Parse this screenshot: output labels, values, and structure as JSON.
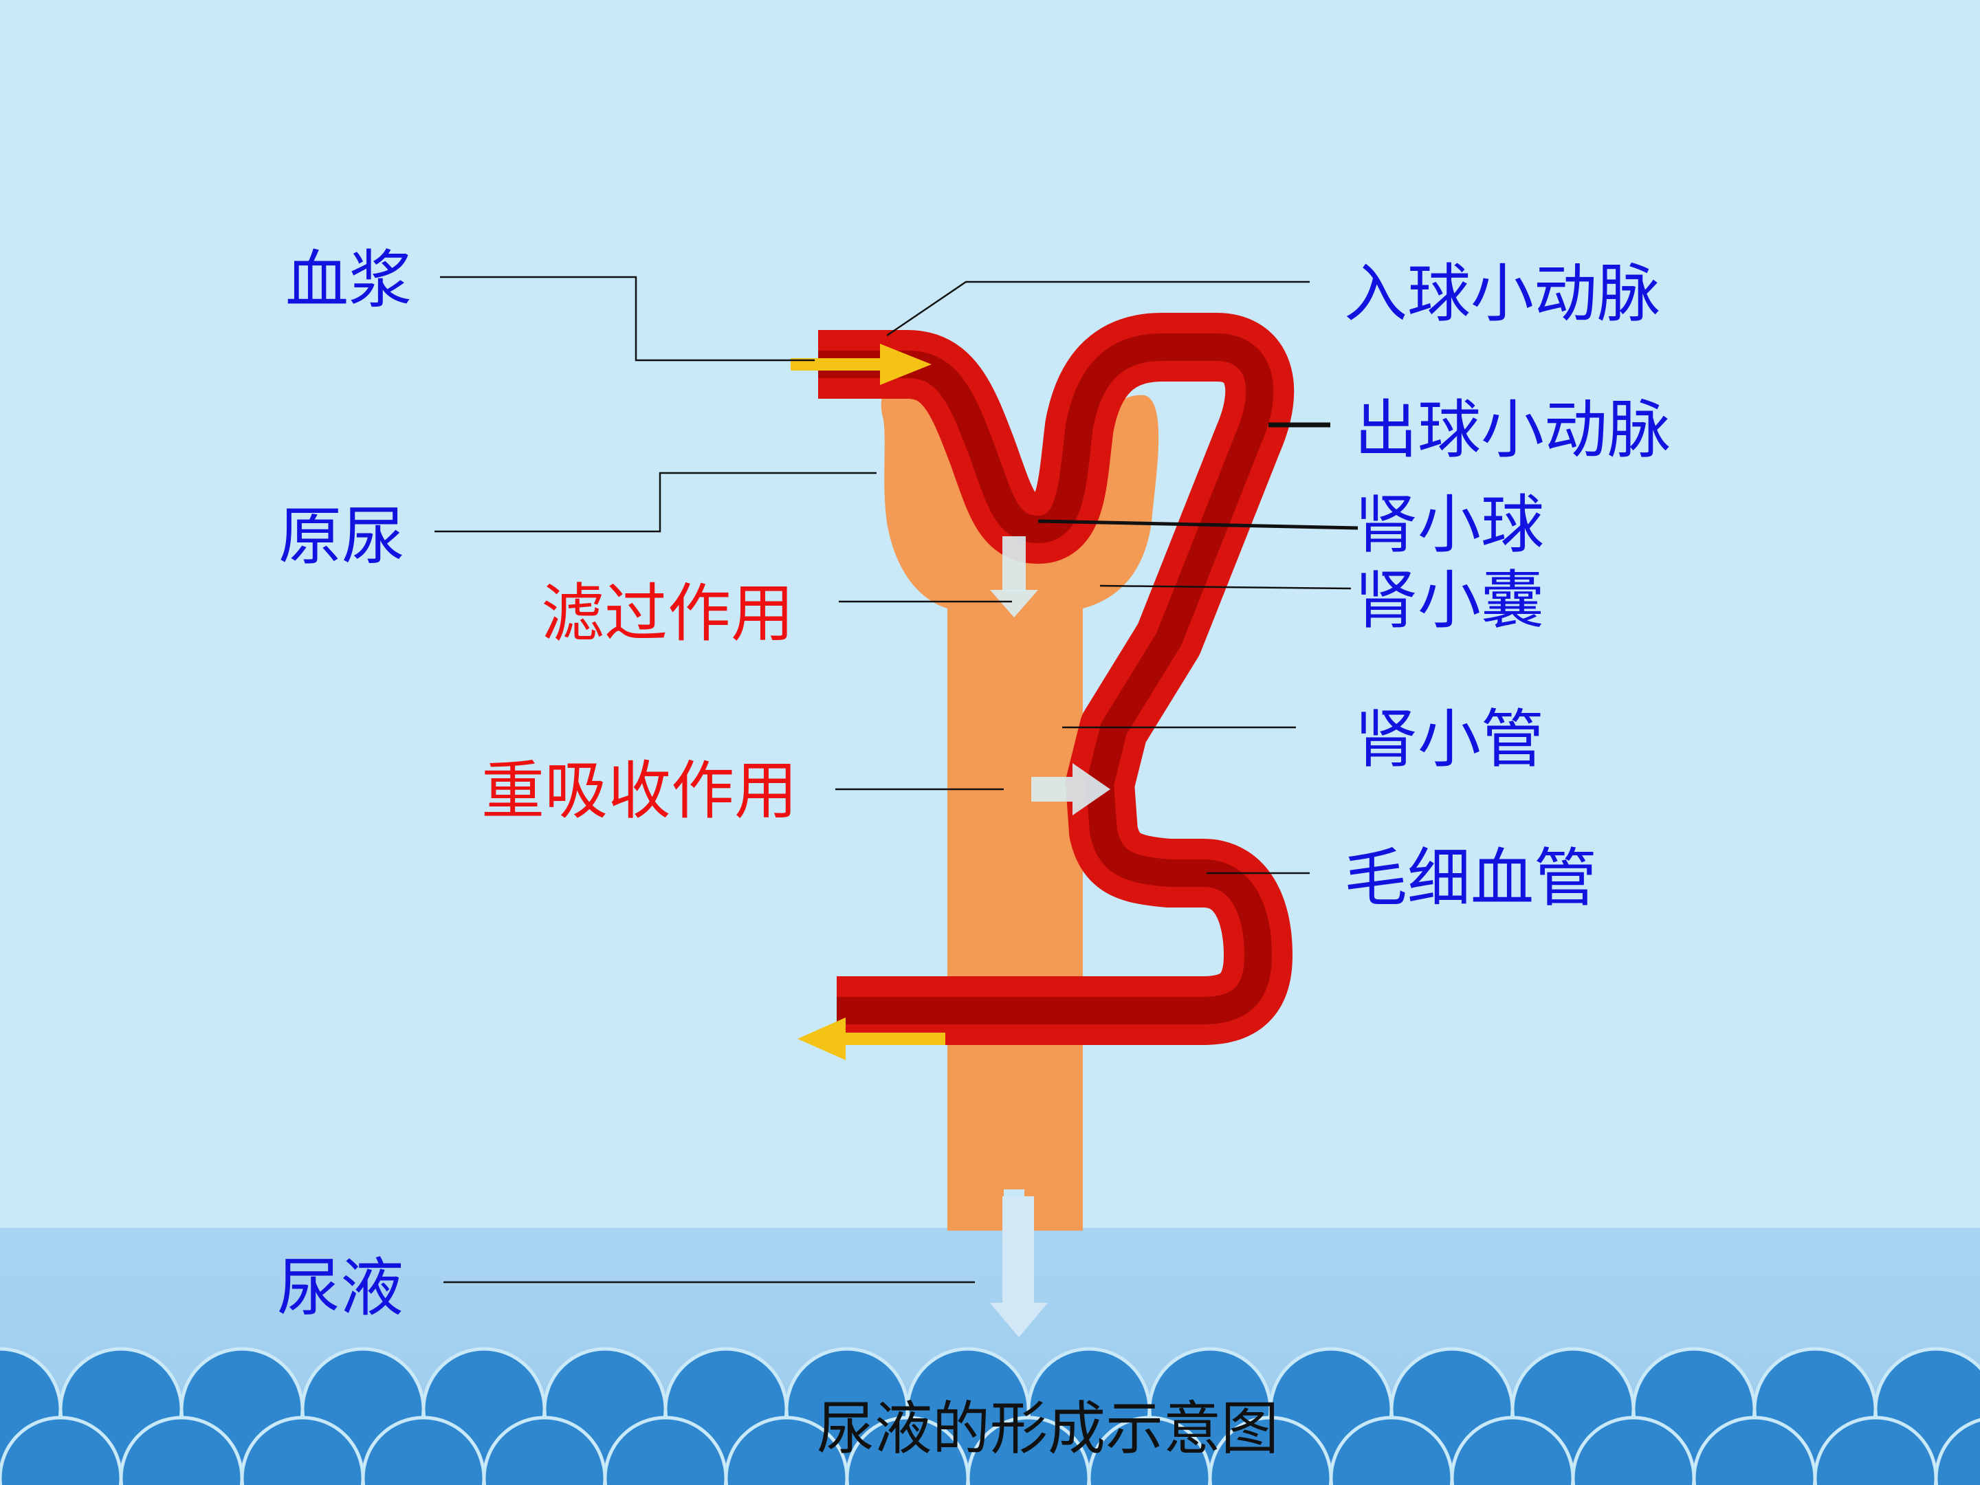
{
  "colors": {
    "background": "#c9e9f9",
    "bottom_band": "#a6d2f0",
    "waves": "#2f88cf",
    "tubule": "#f39a55",
    "vessel": "#d9140e",
    "vessel_core": "#9e0000",
    "label_blue": "#1313e0",
    "label_red": "#ee1111",
    "arrow_yellow": "#f5c315"
  },
  "labels": {
    "plasma": "血浆",
    "primary_urine": "原尿",
    "filtration": "滤过作用",
    "reabsorption": "重吸收作用",
    "urine": "尿液",
    "afferent_arteriole": "入球小动脉",
    "efferent_arteriole": "出球小动脉",
    "glomerulus": "肾小球",
    "bowmans_capsule": "肾小囊",
    "renal_tubule": "肾小管",
    "capillary": "毛细血管"
  },
  "caption": "尿液的形成示意图"
}
